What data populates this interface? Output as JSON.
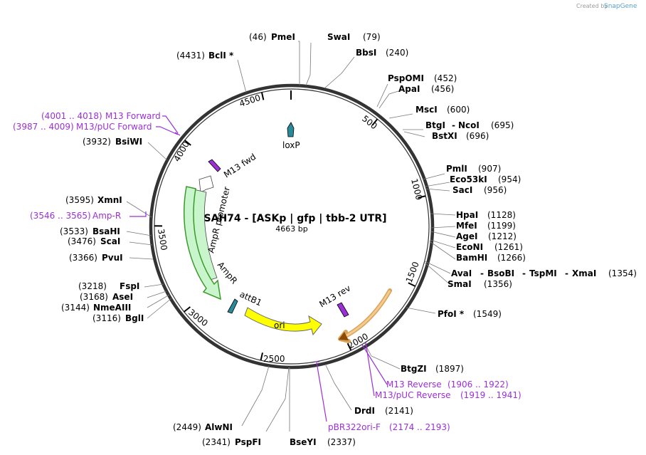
{
  "credit": {
    "created_by": "Created by",
    "brand": "SnapGene"
  },
  "plasmid": {
    "name": "pSAH74 - [ASKp | gfp | tbb-2 UTR]",
    "length_label": "4663 bp",
    "length": 4663
  },
  "ticks": [
    "500",
    "1000",
    "1500",
    "2000",
    "2500",
    "3000",
    "3500",
    "4000",
    "4500"
  ],
  "enzymes": [
    {
      "name": "PmeI",
      "pos": "(46)"
    },
    {
      "name": "SwaI",
      "pos": "(79)"
    },
    {
      "name": "BbsI",
      "pos": "(240)"
    },
    {
      "name": "PspOMI",
      "pos": "(452)"
    },
    {
      "name": "ApaI",
      "pos": "(456)"
    },
    {
      "name": "MscI",
      "pos": "(600)"
    },
    {
      "name": "BtgI",
      "name2": "NcoI",
      "pos": "(695)"
    },
    {
      "name": "BstXI",
      "pos": "(696)"
    },
    {
      "name": "PmlI",
      "pos": "(907)"
    },
    {
      "name": "Eco53kI",
      "pos": "(954)"
    },
    {
      "name": "SacI",
      "pos": "(956)"
    },
    {
      "name": "HpaI",
      "pos": "(1128)"
    },
    {
      "name": "MfeI",
      "pos": "(1199)"
    },
    {
      "name": "AgeI",
      "pos": "(1212)"
    },
    {
      "name": "EcoNI",
      "pos": "(1261)"
    },
    {
      "name": "BamHI",
      "pos": "(1266)"
    },
    {
      "name": "AvaI",
      "name2": "BsoBI",
      "name3": "TspMI",
      "name4": "XmaI",
      "pos": "(1354)"
    },
    {
      "name": "SmaI",
      "pos": "(1356)"
    },
    {
      "name": "PfoI *",
      "pos": "(1549)"
    },
    {
      "name": "BtgZI",
      "pos": "(1897)"
    },
    {
      "name": "DrdI",
      "pos": "(2141)"
    },
    {
      "name": "BseYI",
      "pos": "(2337)"
    },
    {
      "name": "PspFI",
      "pos": "(2341)"
    },
    {
      "name": "AlwNI",
      "pos": "(2449)"
    },
    {
      "name": "BglI",
      "pos": "(3116)"
    },
    {
      "name": "NmeAIII",
      "pos": "(3144)"
    },
    {
      "name": "AseI",
      "pos": "(3168)"
    },
    {
      "name": "FspI",
      "pos": "(3218)"
    },
    {
      "name": "PvuI",
      "pos": "(3366)"
    },
    {
      "name": "ScaI",
      "pos": "(3476)"
    },
    {
      "name": "BsaHI",
      "pos": "(3533)"
    },
    {
      "name": "XmnI",
      "pos": "(3595)"
    },
    {
      "name": "BsiWI",
      "pos": "(3932)"
    },
    {
      "name": "BclI *",
      "pos": "(4431)"
    }
  ],
  "primers": [
    {
      "name": "M13 Forward",
      "range": "(4001 .. 4018)"
    },
    {
      "name": "M13/pUC Forward",
      "range": "(3987 .. 4009)"
    },
    {
      "name": "Amp-R",
      "range": "(3546 .. 3565)"
    },
    {
      "name": "M13 Reverse",
      "range": "(1906 .. 1922)"
    },
    {
      "name": "M13/pUC Reverse",
      "range": "(1919 .. 1941)"
    },
    {
      "name": "pBR322ori-F",
      "range": "(2174 .. 2193)"
    }
  ],
  "features": {
    "loxP": "loxP",
    "m13fwd": "M13 fwd",
    "m13rev": "M13 rev",
    "ampr_promoter": "AmpR promoter",
    "ampr": "AmpR",
    "attb1": "attB1",
    "ori": "ori"
  },
  "colors": {
    "primer": "#9b30d8",
    "ampr_fill": "#c9f5cc",
    "ampr_outline": "#3a9a2a",
    "ori_fill": "#ffff00",
    "orange_feature": "#f6c98c",
    "loxp": "#2b8a9a"
  }
}
